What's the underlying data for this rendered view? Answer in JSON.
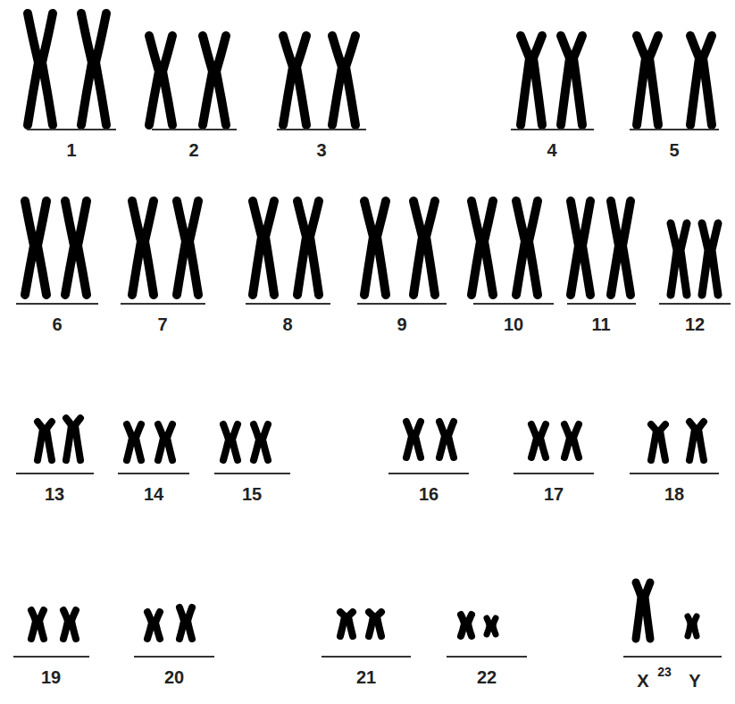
{
  "diagram": {
    "labels": [
      "1",
      "2",
      "3",
      "4",
      "5",
      "6",
      "7",
      "8",
      "9",
      "10",
      "11",
      "12",
      "13",
      "14",
      "15",
      "16",
      "17",
      "18",
      "19",
      "20",
      "21",
      "22",
      "X",
      "23",
      "Y"
    ]
  }
}
